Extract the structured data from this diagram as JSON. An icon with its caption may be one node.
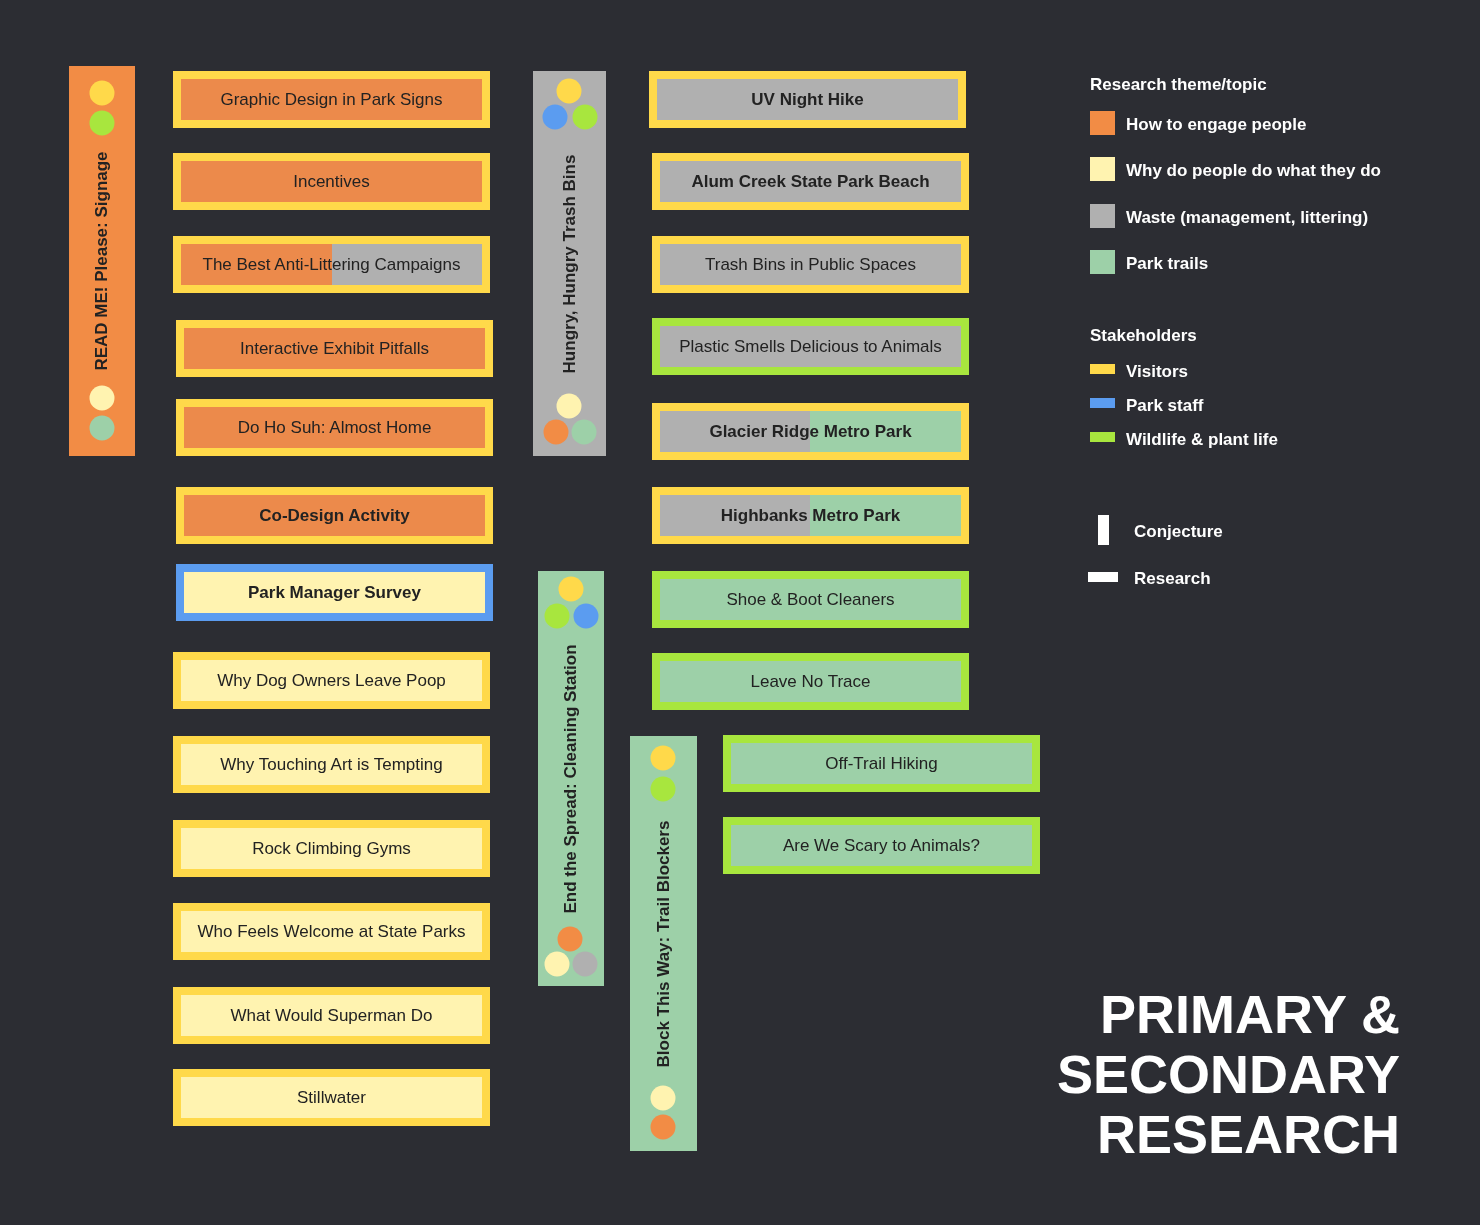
{
  "diagram": {
    "title": "PRIMARY & SECONDARY RESEARCH",
    "nodes": [
      {
        "text": [
          "READ ME! Please: Signage"
        ]
      },
      {
        "text": [
          "Graphic Design in Park Signs"
        ]
      },
      {
        "text": [
          "Incentives"
        ]
      },
      {
        "text": [
          "The Best Anti-Littering Campaigns"
        ]
      },
      {
        "text": [
          "Interactive Exhibit Pitfalls"
        ]
      },
      {
        "text": [
          "Do Ho Suh: Almost Home"
        ]
      },
      {
        "text": [
          "Co-Design Activity"
        ]
      },
      {
        "text": [
          "Park Manager Survey"
        ]
      },
      {
        "text": [
          "Why Dog Owners Leave Poop"
        ]
      },
      {
        "text": [
          "Why Touching Art is Tempting"
        ]
      },
      {
        "text": [
          "Rock Climbing Gyms"
        ]
      },
      {
        "text": [
          "Who Feels Welcome at State Parks"
        ]
      },
      {
        "text": [
          "What Would Superman Do"
        ]
      },
      {
        "text": [
          "Stillwater"
        ]
      },
      {
        "text": [
          "Hungry, Hungry Trash Bins"
        ]
      },
      {
        "text": [
          "UV Night Hike"
        ]
      },
      {
        "text": [
          "Alum Creek State Park Beach"
        ]
      },
      {
        "text": [
          "Trash Bins in Public Spaces"
        ]
      },
      {
        "text": [
          "Plastic Smells Delicious to Animals"
        ]
      },
      {
        "text": [
          "Glacier Ridge Metro Park"
        ]
      },
      {
        "text": [
          "Highbanks Metro Park"
        ]
      },
      {
        "text": [
          "End the Spread: Cleaning Station"
        ]
      },
      {
        "text": [
          "Shoe & Boot Cleaners"
        ]
      },
      {
        "text": [
          "Leave No Trace"
        ]
      },
      {
        "text": [
          "Block This Way: Trail Blockers"
        ]
      },
      {
        "text": [
          "Off-Trail Hiking"
        ]
      },
      {
        "text": [
          "Are We Scary to Animals?"
        ]
      }
    ],
    "labels": [
      "Research theme/topic",
      "Stakeholders"
    ],
    "legend": [
      {
        "text": "How to engage people",
        "color": "#f28c45"
      },
      {
        "text": "Why do people do what they do",
        "color": "#fff3b0"
      },
      {
        "text": "Waste (management, littering)",
        "color": "#b0b0b0"
      },
      {
        "text": "Park trails",
        "color": "#9dd0a8"
      },
      {
        "text": "Visitors",
        "color": "#ffd94a"
      },
      {
        "text": "Park staff",
        "color": "#5b9cf0"
      },
      {
        "text": "Wildlife & plant life",
        "color": "#a8e63e"
      },
      {
        "text": "Conjecture"
      },
      {
        "text": "Research"
      }
    ]
  }
}
